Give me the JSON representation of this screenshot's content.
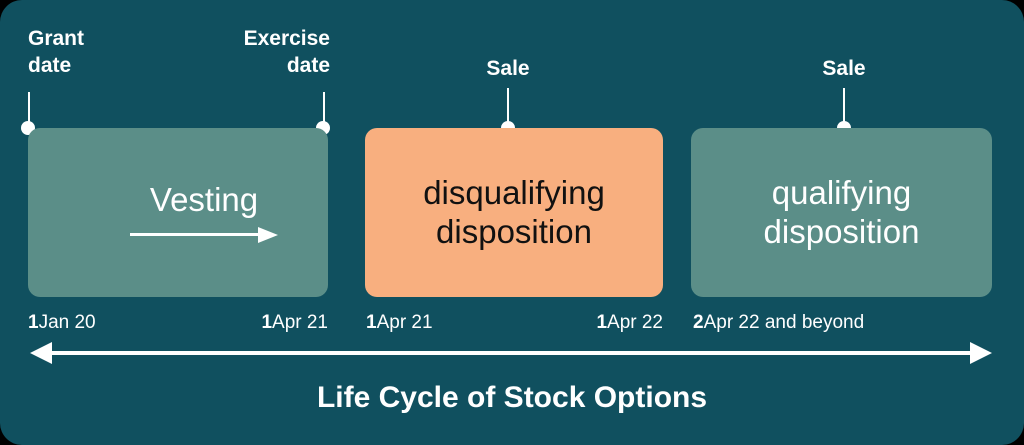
{
  "diagram": {
    "title": "Life Cycle of Stock Options",
    "background_color": "#10505F",
    "box_teal_color": "#5B8E88",
    "box_orange_color": "#F8AF7F",
    "accent_color": "#FFFFFF"
  },
  "callouts": [
    {
      "id": "grant-date",
      "label": "Grant\ndate"
    },
    {
      "id": "exercise-date",
      "label": "Exercise\ndate"
    },
    {
      "id": "sale-1",
      "label": "Sale"
    },
    {
      "id": "sale-2",
      "label": "Sale"
    }
  ],
  "phases": [
    {
      "id": "vesting",
      "label": "Vesting",
      "fill": "#5B8E88",
      "text_color": "#FFFFFF",
      "has_arrow": true
    },
    {
      "id": "disqualifying-disposition",
      "label": "disqualifying\ndisposition",
      "fill": "#F8AF7F",
      "text_color": "#111111",
      "has_arrow": false
    },
    {
      "id": "qualifying-disposition",
      "label": "qualifying\ndisposition",
      "fill": "#5B8E88",
      "text_color": "#FFFFFF",
      "has_arrow": false
    }
  ],
  "dates": [
    {
      "id": "date-start-vesting",
      "lead": "1",
      "rest": "Jan 20"
    },
    {
      "id": "date-end-vesting",
      "lead": "1",
      "rest": "Apr 21"
    },
    {
      "id": "date-start-disqual",
      "lead": "1",
      "rest": "Apr 21"
    },
    {
      "id": "date-end-disqual",
      "lead": "1",
      "rest": "Apr 22"
    },
    {
      "id": "date-start-qualify",
      "lead": "2",
      "rest": "Apr 22 and beyond"
    }
  ]
}
